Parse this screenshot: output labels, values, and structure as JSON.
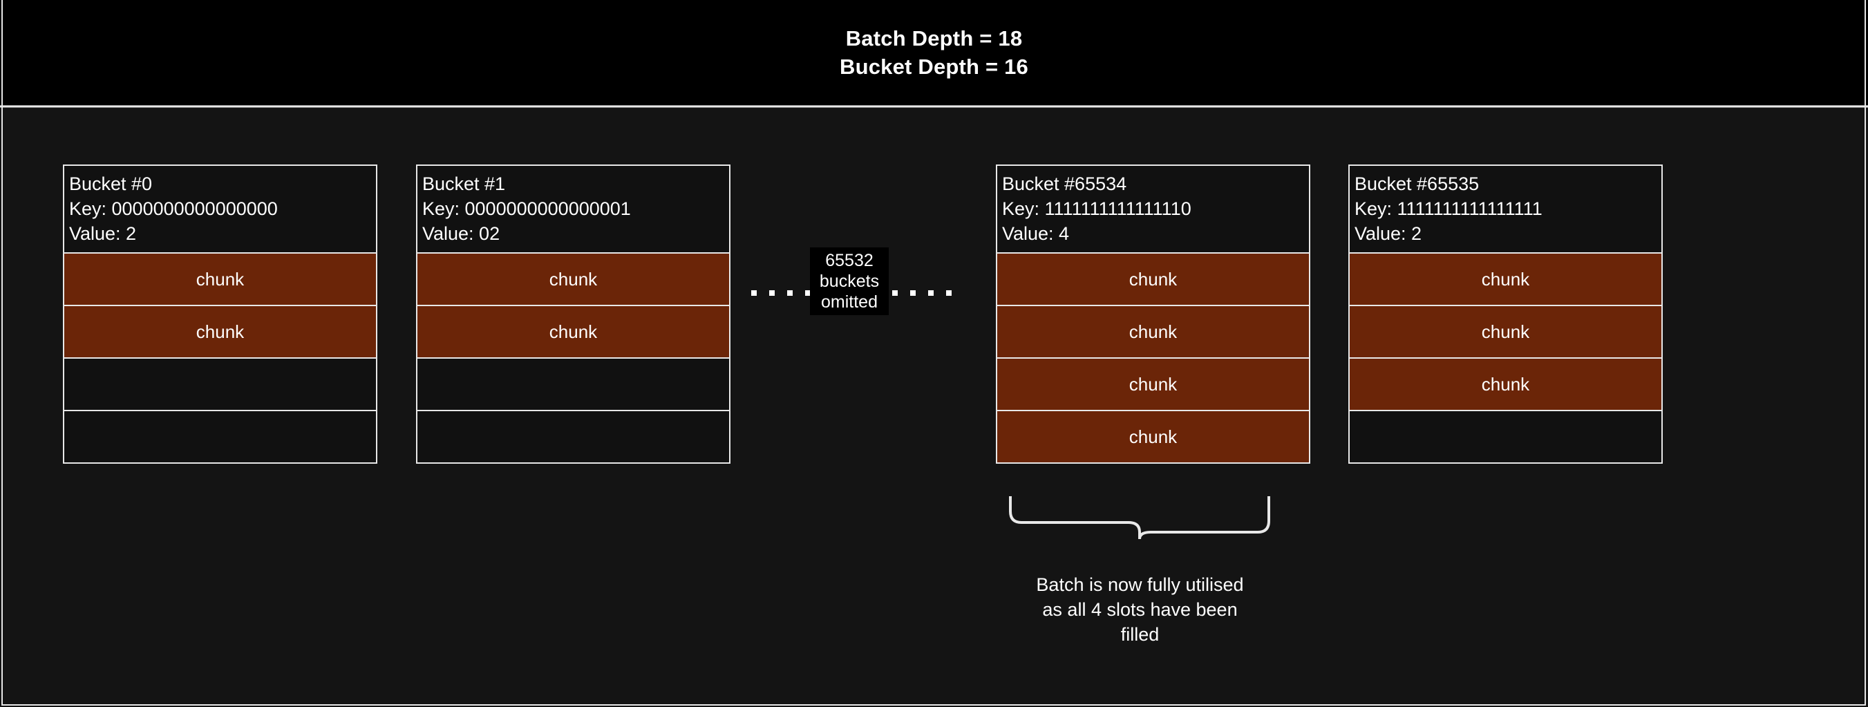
{
  "header": {
    "line1": "Batch Depth = 18",
    "line2": "Bucket Depth = 16"
  },
  "buckets": [
    {
      "title": "Bucket #0",
      "key_line": "Key: 0000000000000000",
      "value_line": "Value: 2",
      "slots": [
        {
          "label": "chunk",
          "filled": true
        },
        {
          "label": "chunk",
          "filled": true
        },
        {
          "label": "",
          "filled": false
        },
        {
          "label": "",
          "filled": false
        }
      ]
    },
    {
      "title": "Bucket #1",
      "key_line": "Key: 0000000000000001",
      "value_line": "Value: 02",
      "slots": [
        {
          "label": "chunk",
          "filled": true
        },
        {
          "label": "chunk",
          "filled": true
        },
        {
          "label": "",
          "filled": false
        },
        {
          "label": "",
          "filled": false
        }
      ]
    },
    {
      "title": "Bucket #65534",
      "key_line": "Key: 1111111111111110",
      "value_line": "Value: 4",
      "slots": [
        {
          "label": "chunk",
          "filled": true
        },
        {
          "label": "chunk",
          "filled": true
        },
        {
          "label": "chunk",
          "filled": true
        },
        {
          "label": "chunk",
          "filled": true
        }
      ]
    },
    {
      "title": "Bucket #65535",
      "key_line": "Key: 1111111111111111",
      "value_line": "Value: 2",
      "slots": [
        {
          "label": "chunk",
          "filled": true
        },
        {
          "label": "chunk",
          "filled": true
        },
        {
          "label": "chunk",
          "filled": true
        },
        {
          "label": "",
          "filled": false
        }
      ]
    }
  ],
  "omission": {
    "line1": "65532",
    "line2": "buckets",
    "line3": "omitted",
    "dot_count_left": 4,
    "dot_count_right": 4
  },
  "annotation": {
    "caption_line1": "Batch is now fully utilised",
    "caption_line2": "as all 4 slots have been",
    "caption_line3": "filled"
  },
  "colors": {
    "header_background": "#000000",
    "body_background": "#141414",
    "chunk_fill": "#6b2508",
    "empty_slot_fill": "#111111",
    "stroke": "#e8e8e8",
    "text": "#ffffff"
  }
}
